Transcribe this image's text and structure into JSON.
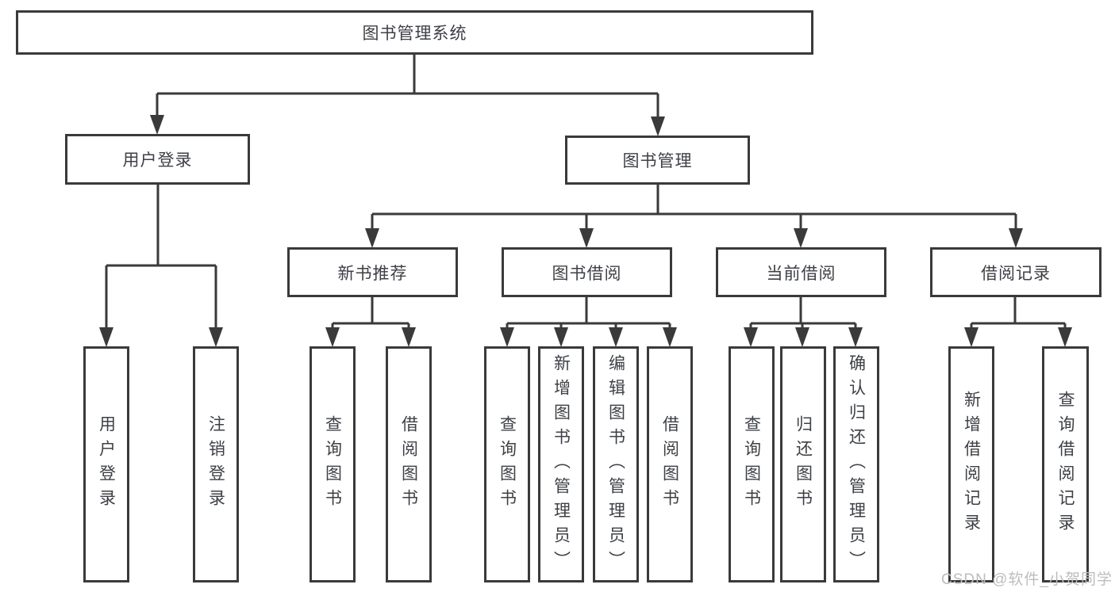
{
  "colors": {
    "line": "#3a3a3a",
    "text": "#3d4045",
    "watermark": "#bdbdbd",
    "background": "#ffffff"
  },
  "diagram": {
    "root": {
      "label": "图书管理系统"
    },
    "level1": [
      {
        "label": "用户登录",
        "children": [
          {
            "label": "用户登录"
          },
          {
            "label": "注销登录"
          }
        ]
      },
      {
        "label": "图书管理",
        "children": [
          {
            "label": "新书推荐",
            "children": [
              {
                "label": "查询图书"
              },
              {
                "label": "借阅图书"
              }
            ]
          },
          {
            "label": "图书借阅",
            "children": [
              {
                "label": "查询图书"
              },
              {
                "label": "新增图书（管理员）"
              },
              {
                "label": "编辑图书（管理员）"
              },
              {
                "label": "借阅图书"
              }
            ]
          },
          {
            "label": "当前借阅",
            "children": [
              {
                "label": "查询图书"
              },
              {
                "label": "归还图书"
              },
              {
                "label": "确认归还（管理员）"
              }
            ]
          },
          {
            "label": "借阅记录",
            "children": [
              {
                "label": "新增借阅记录"
              },
              {
                "label": "查询借阅记录"
              }
            ]
          }
        ]
      }
    ]
  },
  "watermark": {
    "text": "CSDN @软件_小贺同学"
  }
}
